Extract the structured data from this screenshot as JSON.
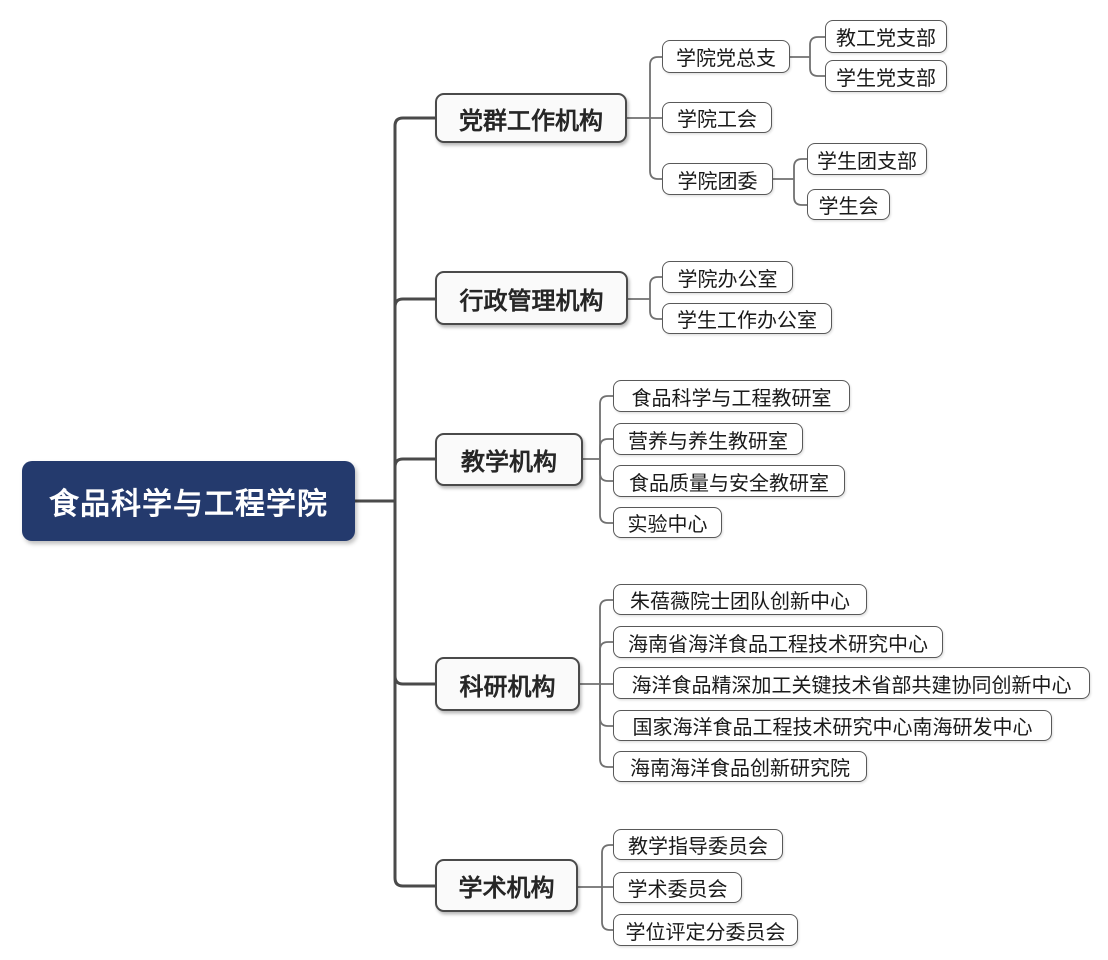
{
  "root": {
    "label": "食品科学与工程学院"
  },
  "branches": [
    {
      "label": "党群工作机构",
      "children": [
        {
          "label": "学院党总支",
          "children": [
            {
              "label": "教工党支部"
            },
            {
              "label": "学生党支部"
            }
          ]
        },
        {
          "label": "学院工会"
        },
        {
          "label": "学院团委",
          "children": [
            {
              "label": "学生团支部"
            },
            {
              "label": "学生会"
            }
          ]
        }
      ]
    },
    {
      "label": "行政管理机构",
      "children": [
        {
          "label": "学院办公室"
        },
        {
          "label": "学生工作办公室"
        }
      ]
    },
    {
      "label": "教学机构",
      "children": [
        {
          "label": "食品科学与工程教研室"
        },
        {
          "label": "营养与养生教研室"
        },
        {
          "label": "食品质量与安全教研室"
        },
        {
          "label": "实验中心"
        }
      ]
    },
    {
      "label": "科研机构",
      "children": [
        {
          "label": "朱蓓薇院士团队创新中心"
        },
        {
          "label": "海南省海洋食品工程技术研究中心"
        },
        {
          "label": "海洋食品精深加工关键技术省部共建协同创新中心"
        },
        {
          "label": "国家海洋食品工程技术研究中心南海研发中心"
        },
        {
          "label": "海南海洋食品创新研究院"
        }
      ]
    },
    {
      "label": "学术机构",
      "children": [
        {
          "label": "教学指导委员会"
        },
        {
          "label": "学术委员会"
        },
        {
          "label": "学位评定分委员会"
        }
      ]
    }
  ],
  "colors": {
    "root_bg": "#243a6d",
    "root_text": "#ffffff",
    "branch_bg": "#fafafa",
    "branch_border": "#4a4a4a",
    "branch_text": "#262626",
    "child_bg": "#ffffff",
    "child_border": "#595959",
    "child_text": "#1a1a1a",
    "connector_main": "#4a4a4a",
    "connector_child": "#707070"
  }
}
